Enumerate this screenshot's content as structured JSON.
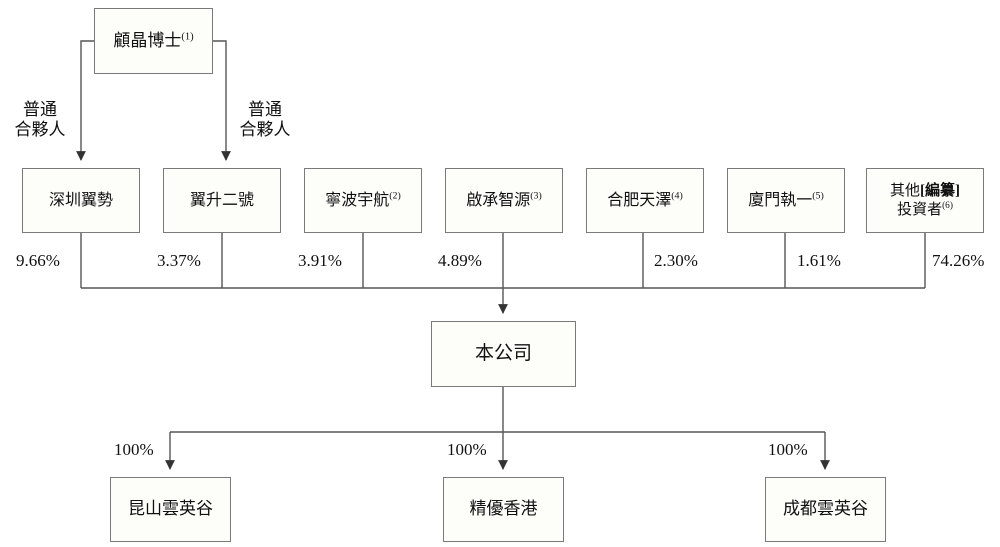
{
  "diagram": {
    "type": "org-ownership-chart",
    "title": "",
    "top": {
      "id": "gu-jing-phd",
      "label": "顧晶博士",
      "note": "(1)"
    },
    "gp_edges": [
      {
        "label_line1": "普通",
        "label_line2": "合夥人",
        "target": "shenzhen-yishi"
      },
      {
        "label_line1": "普通",
        "label_line2": "合夥人",
        "target": "yisheng-no2"
      }
    ],
    "shareholders": [
      {
        "id": "shenzhen-yishi",
        "label": "深圳翼勢",
        "note": "",
        "percent": "9.66%"
      },
      {
        "id": "yisheng-no2",
        "label": "翼升二號",
        "note": "",
        "percent": "3.37%"
      },
      {
        "id": "ningbo-yuhang",
        "label": "寧波宇航",
        "note": "(2)",
        "percent": "3.91%"
      },
      {
        "id": "qicheng-zhiyuan",
        "label": "啟承智源",
        "note": "(3)",
        "percent": "4.89%"
      },
      {
        "id": "hefei-tianze",
        "label": "合肥天澤",
        "note": "(4)",
        "percent": "2.30%"
      },
      {
        "id": "xiamen-zhiyi",
        "label": "廈門執一",
        "note": "(5)",
        "percent": "1.61%"
      },
      {
        "id": "other-investors",
        "label_part1": "其他",
        "label_bracket": "[編纂]",
        "label_part2": "投資者",
        "note": "(6)",
        "percent": "74.26%"
      }
    ],
    "company": {
      "id": "the-company",
      "label": "本公司"
    },
    "subsidiaries": [
      {
        "id": "kunshan-yunyinggu",
        "label": "昆山雲英谷",
        "percent": "100%"
      },
      {
        "id": "jingyou-hongkong",
        "label": "精優香港",
        "percent": "100%"
      },
      {
        "id": "chengdu-yunyinggu",
        "label": "成都雲英谷",
        "percent": "100%"
      }
    ],
    "colors": {
      "box_border": "#7a7a7a",
      "box_fill": "#fdfdfa",
      "line": "#555555",
      "text": "#111111",
      "background": "#ffffff"
    }
  }
}
